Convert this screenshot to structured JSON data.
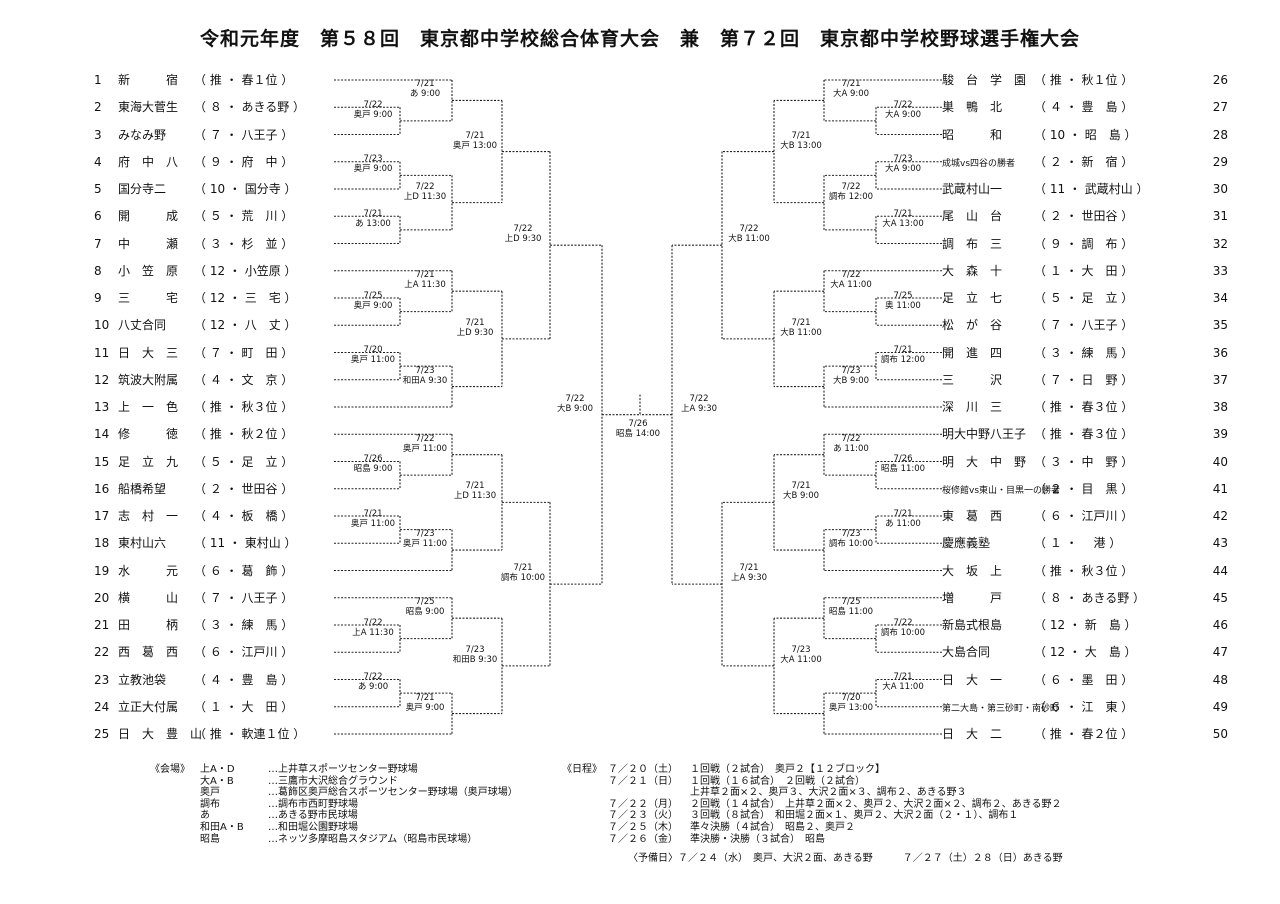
{
  "title": "令和元年度　第５８回　東京都中学校総合体育大会　兼　第７２回　東京都中学校野球選手権大会",
  "left_teams": [
    {
      "num": "1",
      "name": "新　　　宿",
      "info": "（ 推 ・ 春１位 ）"
    },
    {
      "num": "2",
      "name": "東海大菅生",
      "info": "（ ８ ・ あきる野 ）"
    },
    {
      "num": "3",
      "name": "みなみ野",
      "info": "（ ７ ・ 八王子 ）"
    },
    {
      "num": "4",
      "name": "府　中　八",
      "info": "（ ９ ・ 府　中 ）"
    },
    {
      "num": "5",
      "name": "国分寺二",
      "info": "（ 10 ・ 国分寺 ）"
    },
    {
      "num": "6",
      "name": "開　　　成",
      "info": "（ ５ ・ 荒　川 ）"
    },
    {
      "num": "7",
      "name": "中　　　瀬",
      "info": "（ ３ ・ 杉　並 ）"
    },
    {
      "num": "8",
      "name": "小　笠　原",
      "info": "（ 12 ・ 小笠原 ）"
    },
    {
      "num": "9",
      "name": "三　　　宅",
      "info": "（ 12 ・ 三　宅 ）"
    },
    {
      "num": "10",
      "name": "八丈合同",
      "info": "（ 12 ・ 八　丈 ）"
    },
    {
      "num": "11",
      "name": "日　大　三",
      "info": "（ ７ ・ 町　田 ）"
    },
    {
      "num": "12",
      "name": "筑波大附属",
      "info": "（ ４ ・ 文　京 ）"
    },
    {
      "num": "13",
      "name": "上　一　色",
      "info": "（ 推 ・ 秋３位 ）"
    },
    {
      "num": "14",
      "name": "修　　　徳",
      "info": "（ 推 ・ 秋２位 ）"
    },
    {
      "num": "15",
      "name": "足　立　九",
      "info": "（ ５ ・ 足　立 ）"
    },
    {
      "num": "16",
      "name": "船橋希望",
      "info": "（ ２ ・ 世田谷 ）"
    },
    {
      "num": "17",
      "name": "志　村　一",
      "info": "（ ４ ・ 板　橋 ）"
    },
    {
      "num": "18",
      "name": "東村山六",
      "info": "（ 11 ・ 東村山 ）"
    },
    {
      "num": "19",
      "name": "水　　　元",
      "info": "（ ６ ・ 葛　飾 ）"
    },
    {
      "num": "20",
      "name": "横　　　山",
      "info": "（ ７ ・ 八王子 ）"
    },
    {
      "num": "21",
      "name": "田　　　柄",
      "info": "（ ３ ・ 練　馬 ）"
    },
    {
      "num": "22",
      "name": "西　葛　西",
      "info": "（ ６ ・ 江戸川 ）"
    },
    {
      "num": "23",
      "name": "立教池袋",
      "info": "（ ４ ・ 豊　島 ）"
    },
    {
      "num": "24",
      "name": "立正大付属",
      "info": "（ １ ・ 大　田 ）"
    },
    {
      "num": "25",
      "name": "日　大　豊　山",
      "info": "（ 推 ・ 軟連１位 ）"
    }
  ],
  "right_teams": [
    {
      "num": "26",
      "name": "駿　台　学　園",
      "info": "（ 推 ・ 秋１位 ）"
    },
    {
      "num": "27",
      "name": "巣　鴨　北",
      "info": "（ ４ ・ 豊　島 ）"
    },
    {
      "num": "28",
      "name": "昭　　　和",
      "info": "（ 10 ・ 昭　島 ）"
    },
    {
      "num": "29",
      "name": "成城vs四谷の勝者",
      "info": "（ ２ ・ 新　宿 ）"
    },
    {
      "num": "30",
      "name": "武蔵村山一",
      "info": "（ 11 ・ 武蔵村山 ）"
    },
    {
      "num": "31",
      "name": "尾　山　台",
      "info": "（ ２ ・ 世田谷 ）"
    },
    {
      "num": "32",
      "name": "調　布　三",
      "info": "（ ９ ・ 調　布 ）"
    },
    {
      "num": "33",
      "name": "大　森　十",
      "info": "（ １ ・ 大　田 ）"
    },
    {
      "num": "34",
      "name": "足　立　七",
      "info": "（ ５ ・ 足　立 ）"
    },
    {
      "num": "35",
      "name": "松　が　谷",
      "info": "（ ７ ・ 八王子 ）"
    },
    {
      "num": "36",
      "name": "開　進　四",
      "info": "（ ３ ・ 練　馬 ）"
    },
    {
      "num": "37",
      "name": "三　　　沢",
      "info": "（ ７ ・ 日　野 ）"
    },
    {
      "num": "38",
      "name": "深　川　三",
      "info": "（ 推 ・ 春３位 ）"
    },
    {
      "num": "39",
      "name": "明大中野八王子",
      "info": "（ 推 ・ 春３位 ）"
    },
    {
      "num": "40",
      "name": "明　大　中　野",
      "info": "（ ３ ・ 中　野 ）"
    },
    {
      "num": "41",
      "name": "桜修館vs東山・目黒一の勝者",
      "info": "（ ２ ・ 目　黒 ）"
    },
    {
      "num": "42",
      "name": "東　葛　西",
      "info": "（ ６ ・ 江戸川 ）"
    },
    {
      "num": "43",
      "name": "慶應義塾",
      "info": "（ １ ・ 　港 ）"
    },
    {
      "num": "44",
      "name": "大　坂　上",
      "info": "（ 推 ・ 秋３位 ）"
    },
    {
      "num": "45",
      "name": "増　　　戸",
      "info": "（ ８ ・ あきる野 ）"
    },
    {
      "num": "46",
      "name": "新島式根島",
      "info": "（ 12 ・ 新　島 ）"
    },
    {
      "num": "47",
      "name": "大島合同",
      "info": "（ 12 ・ 大　島 ）"
    },
    {
      "num": "48",
      "name": "日　大　一",
      "info": "（ ６ ・ 墨　田 ）"
    },
    {
      "num": "49",
      "name": "第二大島・第三砂町・南砂町",
      "info": "（ ６ ・ 江　東 ）"
    },
    {
      "num": "50",
      "name": "日　大　二",
      "info": "（ 推 ・ 春２位 ）"
    }
  ],
  "match_labels": [
    {
      "d": "7/22",
      "v": "奥戸 9:00"
    },
    {
      "d": "7/21",
      "v": "あ 9:00"
    },
    {
      "d": "7/23",
      "v": "奥戸 9:00"
    },
    {
      "d": "7/21",
      "v": "あ 13:00"
    },
    {
      "d": "7/22",
      "v": "上D 11:30"
    },
    {
      "d": "7/21",
      "v": "奥戸 13:00"
    },
    {
      "d": "7/25",
      "v": "奥戸 9:00"
    },
    {
      "d": "7/21",
      "v": "上A 11:30"
    },
    {
      "d": "7/20",
      "v": "奥戸 11:00"
    },
    {
      "d": "7/23",
      "v": "和田A 9:30"
    },
    {
      "d": "7/21",
      "v": "上D 9:30"
    },
    {
      "d": "7/22",
      "v": "上D 9:30"
    },
    {
      "d": "7/26",
      "v": "昭島 9:00"
    },
    {
      "d": "7/22",
      "v": "奥戸 11:00"
    },
    {
      "d": "7/21",
      "v": "奥戸 11:00"
    },
    {
      "d": "7/23",
      "v": "奥戸 11:00"
    },
    {
      "d": "7/21",
      "v": "上D 11:30"
    },
    {
      "d": "7/22",
      "v": "上A 11:30"
    },
    {
      "d": "7/25",
      "v": "昭島 9:00"
    },
    {
      "d": "7/22",
      "v": "あ 9:00"
    },
    {
      "d": "7/21",
      "v": "奥戸 9:00"
    },
    {
      "d": "7/23",
      "v": "和田B 9:30"
    },
    {
      "d": "7/21",
      "v": "調布 10:00"
    },
    {
      "d": "7/22",
      "v": "大B 9:00"
    },
    {
      "d": "7/26",
      "v": "昭島 14:00"
    },
    {
      "d": "7/22",
      "v": "大A 9:00"
    },
    {
      "d": "7/21",
      "v": "大A 9:00"
    },
    {
      "d": "7/23",
      "v": "大A 9:00"
    },
    {
      "d": "7/21",
      "v": "大A 13:00"
    },
    {
      "d": "7/22",
      "v": "調布 12:00"
    },
    {
      "d": "7/21",
      "v": "大B 13:00"
    },
    {
      "d": "7/25",
      "v": "奥 11:00"
    },
    {
      "d": "7/22",
      "v": "大A 11:00"
    },
    {
      "d": "7/21",
      "v": "調布 12:00"
    },
    {
      "d": "7/23",
      "v": "大B 9:00"
    },
    {
      "d": "7/21",
      "v": "大B 11:00"
    },
    {
      "d": "7/22",
      "v": "大B 11:00"
    },
    {
      "d": "7/26",
      "v": "昭島 11:00"
    },
    {
      "d": "7/22",
      "v": "あ 11:00"
    },
    {
      "d": "7/21",
      "v": "あ 11:00"
    },
    {
      "d": "7/23",
      "v": "調布 10:00"
    },
    {
      "d": "7/21",
      "v": "大B 9:00"
    },
    {
      "d": "7/22",
      "v": "調布 10:00"
    },
    {
      "d": "7/25",
      "v": "昭島 11:00"
    },
    {
      "d": "7/21",
      "v": "大A 11:00"
    },
    {
      "d": "7/20",
      "v": "奥戸 13:00"
    },
    {
      "d": "7/23",
      "v": "大A 11:00"
    },
    {
      "d": "7/21",
      "v": "上A 9:30"
    },
    {
      "d": "7/22",
      "v": "上A 9:30"
    }
  ],
  "venues": {
    "heading": "《会場》",
    "items": [
      {
        "k": "上A・D",
        "v": "…上井草スポーツセンター野球場"
      },
      {
        "k": "大A・B",
        "v": "…三鷹市大沢総合グラウンド"
      },
      {
        "k": "奥戸",
        "v": "…葛飾区奥戸総合スポーツセンター野球場（奥戸球場）"
      },
      {
        "k": "調布",
        "v": "…調布市西町野球場"
      },
      {
        "k": "あ",
        "v": "…あきる野市民球場"
      },
      {
        "k": "和田A・B",
        "v": "…和田堀公園野球場"
      },
      {
        "k": "昭島",
        "v": "…ネッツ多摩昭島スタジアム（昭島市民球場）"
      }
    ]
  },
  "schedule": {
    "heading": "《日程》",
    "items": [
      {
        "d": "７／２０（土）",
        "t": "１回戦（２試合）　奥戸２【１２ブロック】"
      },
      {
        "d": "７／２１（日）",
        "t": "１回戦（１６試合）　２回戦（２試合）"
      },
      {
        "d": "",
        "t": "上井草２面×２、奥戸３、大沢２面×３、調布２、あきる野３"
      },
      {
        "d": "７／２２（月）",
        "t": "２回戦（１４試合）　上井草２面×２、奥戸２、大沢２面×２、調布２、あきる野２"
      },
      {
        "d": "７／２３（火）",
        "t": "３回戦（８試合）　和田堀２面×１、奥戸２、大沢２面（２・１）、調布１"
      },
      {
        "d": "７／２５（木）",
        "t": "準々決勝（４試合）　昭島２、奥戸２"
      },
      {
        "d": "７／２６（金）",
        "t": "準決勝・決勝（３試合）　昭島"
      }
    ],
    "reserve": "〈予備日〉７／２４（水）　奥戸、大沢２面、あきる野　　　７／２７（土）２８（日）あきる野"
  }
}
